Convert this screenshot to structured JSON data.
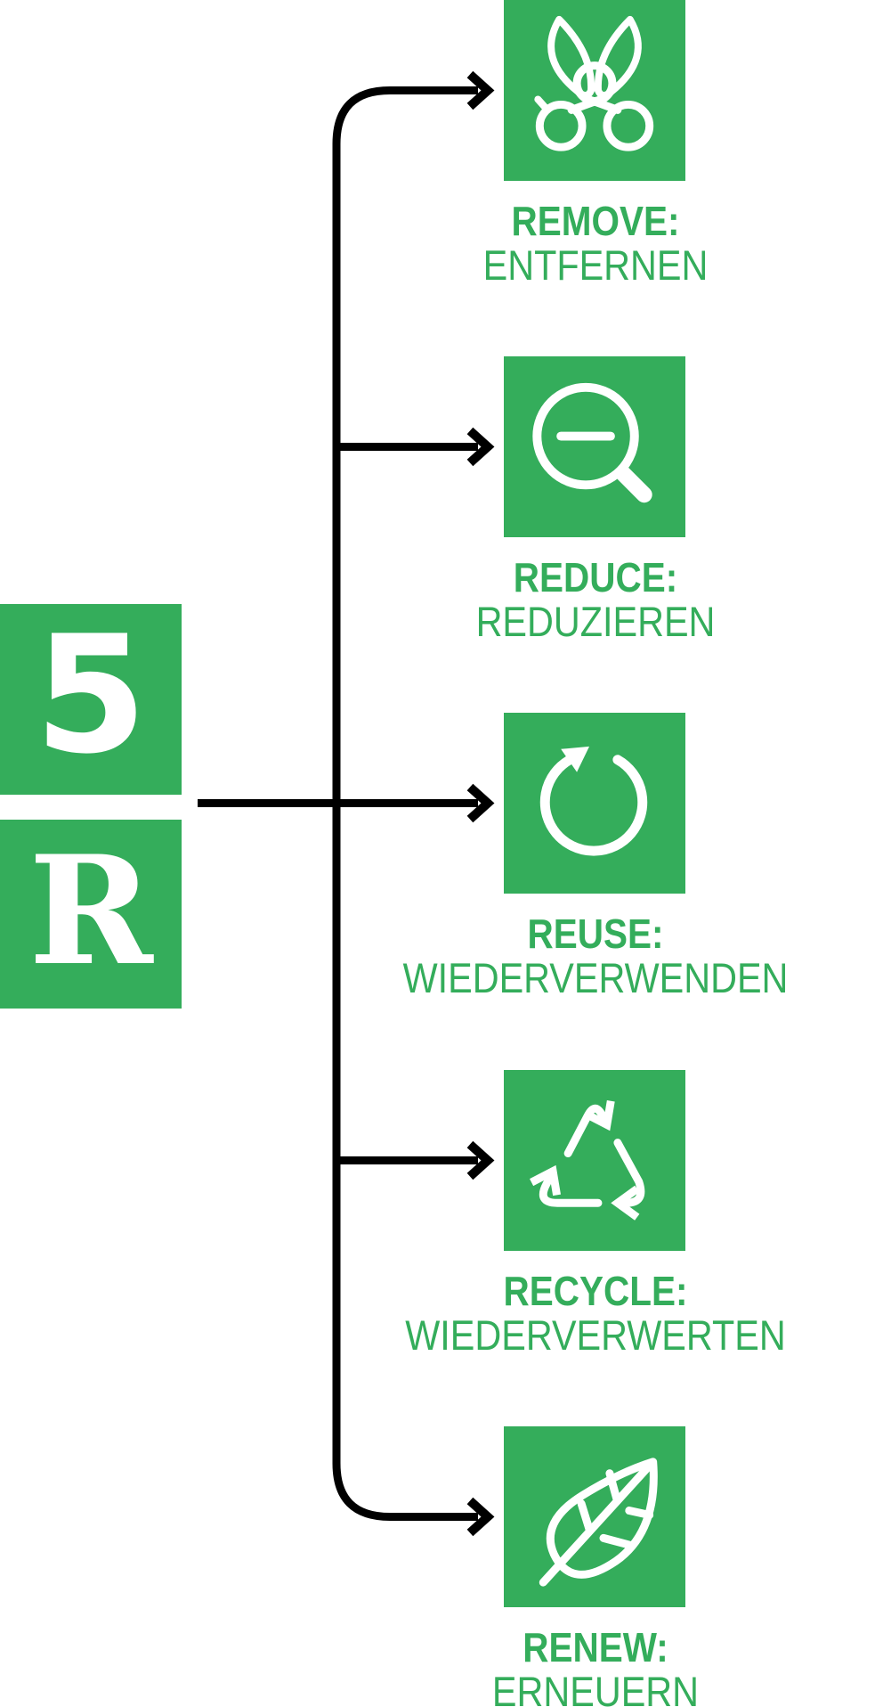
{
  "title": "5 R",
  "badge": {
    "number": "5",
    "letter": "R"
  },
  "items": [
    {
      "title": "REMOVE:",
      "subtitle": "ENTFERNEN",
      "icon": "scissors-icon"
    },
    {
      "title": "REDUCE:",
      "subtitle": "REDUZIEREN",
      "icon": "magnifier-minus-icon"
    },
    {
      "title": "REUSE:",
      "subtitle": "WIEDERVERWENDEN",
      "icon": "circular-arrow-icon"
    },
    {
      "title": "RECYCLE:",
      "subtitle": "WIEDERVERWERTEN",
      "icon": "recycle-arrows-icon"
    },
    {
      "title": "RENEW:",
      "subtitle": "ERNEUERN",
      "icon": "leaf-icon"
    }
  ],
  "colors": {
    "accent_green": "#34AD5B",
    "line_black": "#000000",
    "icon_white": "#FFFFFF",
    "background": "#FFFFFF"
  }
}
